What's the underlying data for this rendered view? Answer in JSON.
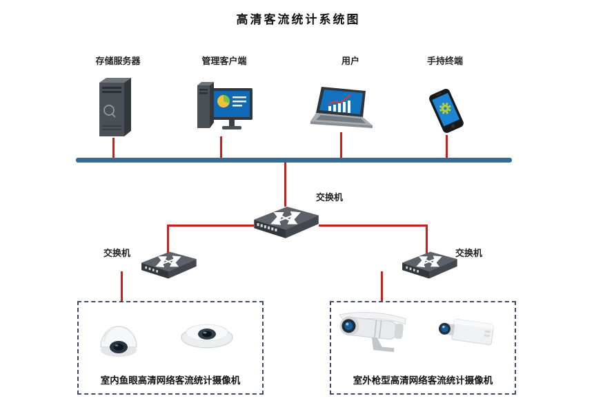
{
  "title": "高清客流统计系统图",
  "devices": [
    {
      "label": "存储服务器",
      "icon": "storage-server-icon"
    },
    {
      "label": "管理客户端",
      "icon": "desktop-client-icon"
    },
    {
      "label": "用户",
      "icon": "laptop-icon"
    },
    {
      "label": "手持终端",
      "icon": "smartphone-icon"
    }
  ],
  "network": {
    "main_switch_label": "交换机",
    "left_switch_label": "交换机",
    "right_switch_label": "交换机"
  },
  "camera_groups": [
    {
      "label": "室内鱼眼高清网络客流统计摄像机",
      "cameras": [
        "fisheye-dome-camera-icon",
        "fisheye-panoramic-camera-icon"
      ]
    },
    {
      "label": "室外枪型高清网络客流统计摄像机",
      "cameras": [
        "bullet-camera-icon",
        "box-camera-icon"
      ]
    }
  ],
  "colors": {
    "bus_line": "#2e6d9e",
    "connector_line": "#c9201d",
    "group_border": "#3c4a6e",
    "background": "#ffffff"
  }
}
